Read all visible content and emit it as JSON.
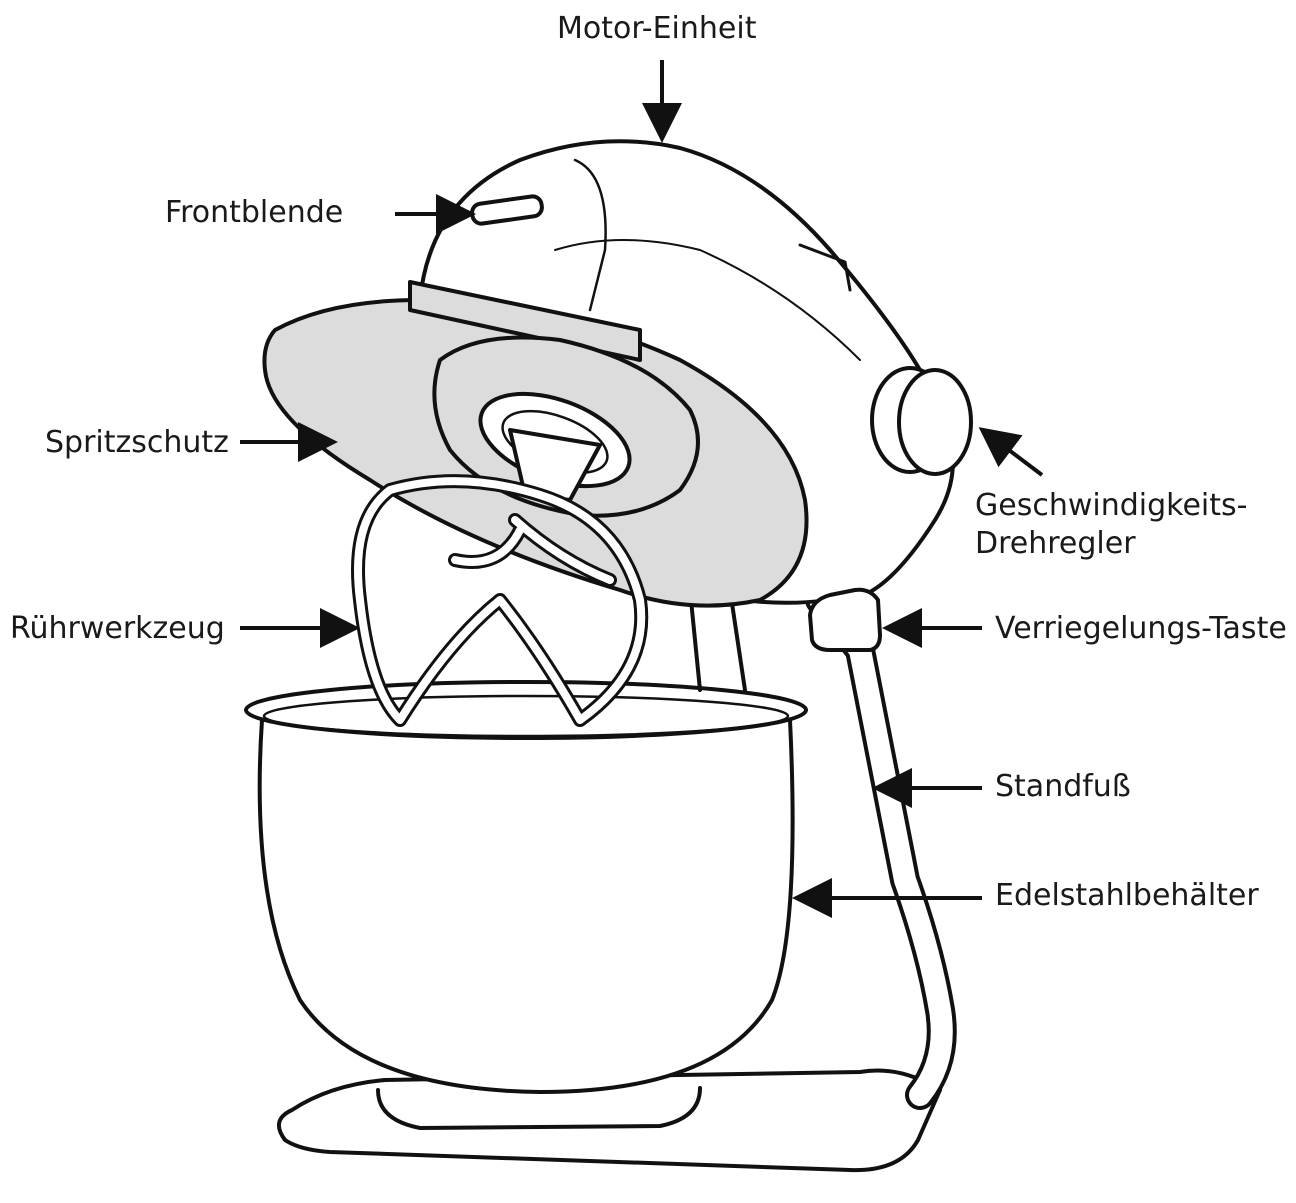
{
  "diagram": {
    "subject": "stand-mixer",
    "stroke_color": "#111111",
    "fill_gray": "#dcdcdc",
    "labels": {
      "motor": "Motor-Einheit",
      "front_cover": "Frontblende",
      "splash_guard": "Spritzschutz",
      "speed_control_line1": "Geschwindigkeits-",
      "speed_control_line2": "Drehregler",
      "beater": "Rührwerkzeug",
      "lock_button": "Verriegelungs-Taste",
      "stand": "Standfuß",
      "bowl": "Edelstahlbehälter"
    }
  }
}
